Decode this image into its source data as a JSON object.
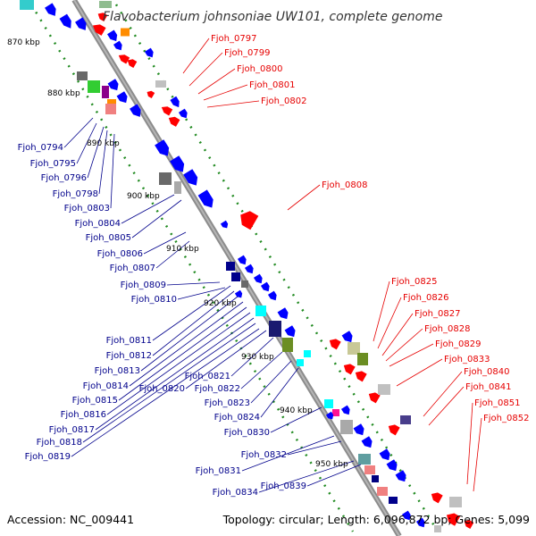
{
  "title": "Flavobacterium johnsoniae UW101, complete genome",
  "footer": {
    "accession": "Accession: NC_009441",
    "topology": "Topology: circular; Length: 6,096,872 bp; Genes: 5,099"
  },
  "ruler": [
    "870 kbp",
    "880 kbp",
    "890 kbp",
    "900 kbp",
    "910 kbp",
    "920 kbp",
    "930 kbp",
    "940 kbp",
    "950 kbp"
  ],
  "labels_red": [
    "Fjoh_0797",
    "Fjoh_0799",
    "Fjoh_0800",
    "Fjoh_0801",
    "Fjoh_0802",
    "Fjoh_0808",
    "Fjoh_0825",
    "Fjoh_0826",
    "Fjoh_0827",
    "Fjoh_0828",
    "Fjoh_0829",
    "Fjoh_0833",
    "Fjoh_0840",
    "Fjoh_0841",
    "Fjoh_0851",
    "Fjoh_0852"
  ],
  "labels_blue": [
    "Fjoh_0794",
    "Fjoh_0795",
    "Fjoh_0796",
    "Fjoh_0798",
    "Fjoh_0803",
    "Fjoh_0804",
    "Fjoh_0805",
    "Fjoh_0806",
    "Fjoh_0807",
    "Fjoh_0809",
    "Fjoh_0810",
    "Fjoh_0811",
    "Fjoh_0812",
    "Fjoh_0813",
    "Fjoh_0814",
    "Fjoh_0815",
    "Fjoh_0816",
    "Fjoh_0817",
    "Fjoh_0818",
    "Fjoh_0819",
    "Fjoh_0820",
    "Fjoh_0821",
    "Fjoh_0822",
    "Fjoh_0823",
    "Fjoh_0824",
    "Fjoh_0830",
    "Fjoh_0831",
    "Fjoh_0832",
    "Fjoh_0834",
    "Fjoh_0839"
  ],
  "colors": {
    "backbone": "#8c8c8c",
    "forward_gene": "#0000ff",
    "reverse_gene": "#ff0000",
    "label_blue": "#00008b",
    "label_red": "#e60000",
    "ruler_tick": "#228b22"
  }
}
